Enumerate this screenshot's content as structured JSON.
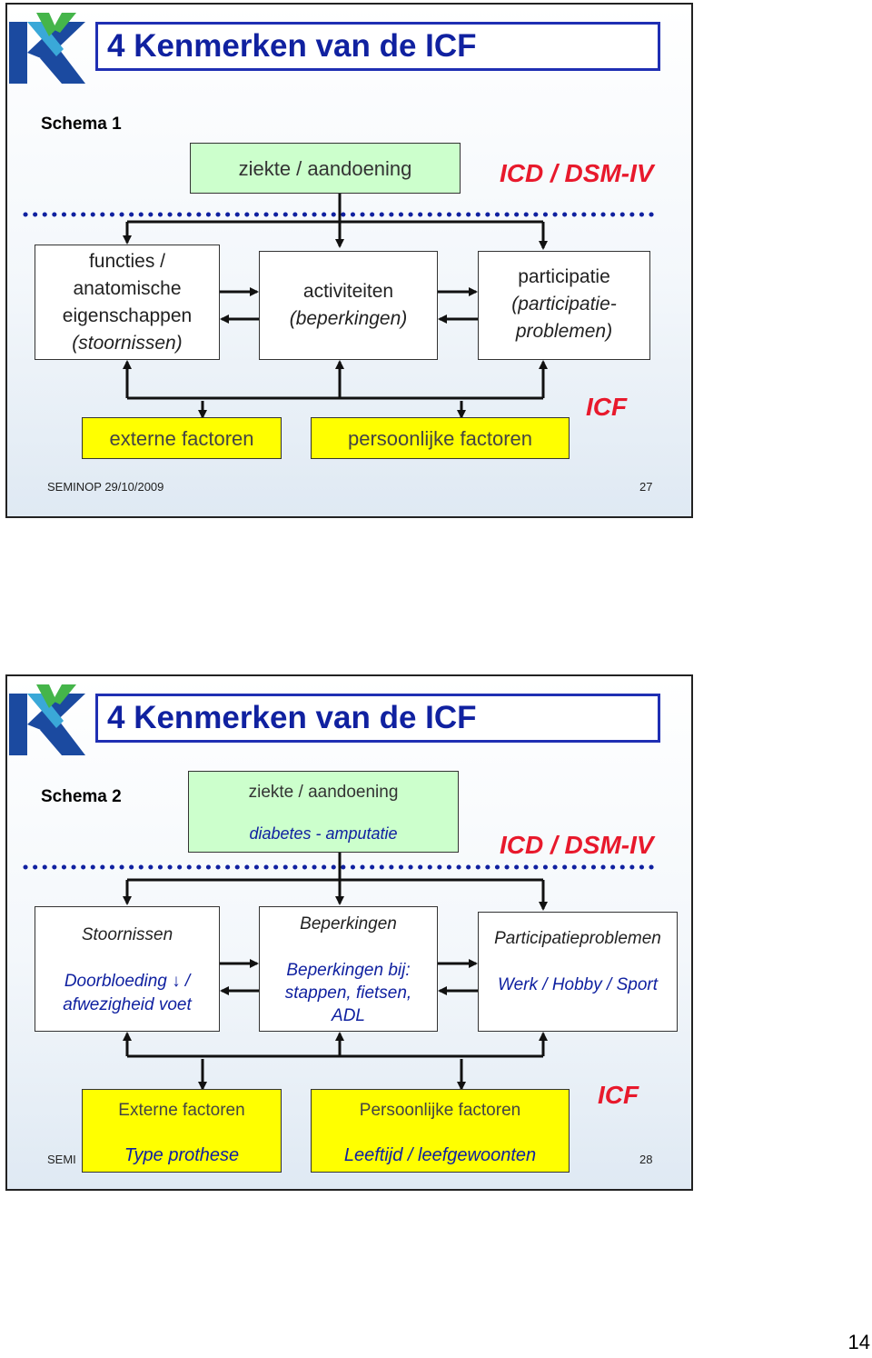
{
  "slides": [
    {
      "title": "4   Kenmerken van de ICF",
      "schema_label": "Schema 1",
      "disease_box": "ziekte / aandoening",
      "icd_label": "ICD / DSM-IV",
      "functions_box": [
        "functies /",
        "anatomische",
        "eigenschappen",
        "(stoornissen)"
      ],
      "activities_box": [
        "activiteiten",
        "(beperkingen)"
      ],
      "participation_box": [
        "participatie",
        "(participatie-",
        "problemen)"
      ],
      "icf_label": "ICF",
      "external_box": "externe factoren",
      "personal_box": "persoonlijke factoren",
      "footer_left": "SEMINOP 29/10/2009",
      "footer_right": "27"
    },
    {
      "title": "4   Kenmerken van de ICF",
      "schema_label": "Schema 2",
      "disease_box": "ziekte / aandoening",
      "disease_example": "diabetes - amputatie",
      "icd_label": "ICD / DSM-IV",
      "impairments_title": "Stoornissen",
      "impairments_example": [
        "Doorbloeding ↓ /",
        "afwezigheid voet"
      ],
      "limitations_title": "Beperkingen",
      "limitations_example": [
        "Beperkingen bij:",
        "stappen, fietsen,",
        "ADL"
      ],
      "participation_title": "Participatieproblemen",
      "participation_example": "Werk / Hobby / Sport",
      "icf_label": "ICF",
      "external_title": "Externe factoren",
      "external_example": "Type prothese",
      "personal_title": "Persoonlijke factoren",
      "personal_example": "Leeftijd / leefgewoonten",
      "footer_left": "SEMI",
      "footer_right": "28"
    }
  ],
  "page_number": "14",
  "colors": {
    "title_blue": "#1021a0",
    "accent_red": "#e8192c",
    "green_box": "#ccffcc",
    "yellow_box": "#ffff00"
  }
}
